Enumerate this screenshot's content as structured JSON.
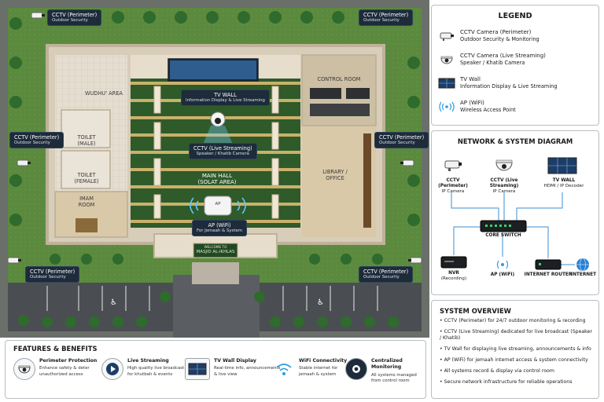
{
  "plan": {
    "cctv_top_left": {
      "title": "CCTV (Perimeter)",
      "sub": "Outdoor Security"
    },
    "cctv_top_right": {
      "title": "CCTV (Perimeter)",
      "sub": "Outdoor Security"
    },
    "cctv_mid_left": {
      "title": "CCTV (Perimeter)",
      "sub": "Outdoor Security"
    },
    "cctv_mid_right": {
      "title": "CCTV (Perimeter)",
      "sub": "Outdoor Security"
    },
    "cctv_bot_left": {
      "title": "CCTV (Perimeter)",
      "sub": "Outdoor Security"
    },
    "cctv_bot_right": {
      "title": "CCTV (Perimeter)",
      "sub": "Outdoor Security"
    },
    "tv_wall": {
      "title": "TV WALL",
      "sub": "Information Display & Live Streaming"
    },
    "cctv_live": {
      "title": "CCTV (Live Streaming)",
      "sub": "Speaker / Khatib Camera"
    },
    "main_hall": "MAIN HALL\n(SOLAT AREA)",
    "ap_device": "AP",
    "ap": {
      "title": "AP (WiFi)",
      "sub": "For Jemaah & System"
    },
    "wudhu": "WUDHU' AREA",
    "toilet_male": "TOILET\n(MALE)",
    "toilet_female": "TOILET\n(FEMALE)",
    "imam_room": "IMAM\nROOM",
    "control_room": "CONTROL ROOM",
    "library": "LIBRARY /\nOFFICE",
    "welcome_sign": {
      "line1": "WELCOME TO",
      "line2": "MASJID AL-IKHLAS"
    }
  },
  "legend": {
    "title": "LEGEND",
    "items": [
      {
        "icon": "cctv-camera-icon",
        "title": "CCTV Camera (Perimeter)",
        "sub": "Outdoor Security & Monitoring"
      },
      {
        "icon": "dome-camera-icon",
        "title": "CCTV Camera (Live Streaming)",
        "sub": "Speaker / Khatib Camera"
      },
      {
        "icon": "tv-wall-icon",
        "title": "TV Wall",
        "sub": "Information Display & Live Streaming"
      },
      {
        "icon": "wifi-ap-icon",
        "title": "AP (WiFi)",
        "sub": "Wireless Access Point"
      }
    ]
  },
  "network": {
    "title": "NETWORK & SYSTEM DIAGRAM",
    "cctv_perimeter": {
      "title": "CCTV (Perimeter)",
      "sub": "IP Camera"
    },
    "cctv_live": {
      "title": "CCTV (Live Streaming)",
      "sub": "IP Camera"
    },
    "tv_wall": {
      "title": "TV WALL",
      "sub": "HDMI / IP Decoder"
    },
    "core_switch": "CORE SWITCH",
    "nvr": {
      "title": "NVR",
      "sub": "(Recording)"
    },
    "ap": "AP (WiFi)",
    "router": "INTERNET ROUTER",
    "internet": "INTERNET"
  },
  "overview": {
    "title": "SYSTEM OVERVIEW",
    "items": [
      "CCTV (Perimeter) for 24/7 outdoor monitoring & recording",
      "CCTV (Live Streaming) dedicated for live broadcast (Speaker / Khatib)",
      "TV Wall for displaying live streaming, announcements & info",
      "AP (WiFi) for jemaah internet access & system connectivity",
      "All systems record & display via control room",
      "Secure network infrastructure for reliable operations"
    ]
  },
  "features": {
    "title": "FEATURES & BENEFITS",
    "items": [
      {
        "icon": "dome-camera-icon",
        "title": "Perimeter Protection",
        "desc": "Enhance safety & deter\nunauthorized access"
      },
      {
        "icon": "play-icon",
        "title": "Live Streaming",
        "desc": "High quality live broadcast\nfor khutbah & events"
      },
      {
        "icon": "tv-icon",
        "title": "TV Wall Display",
        "desc": "Real-time info, announcements\n& live view"
      },
      {
        "icon": "wifi-icon",
        "title": "WiFi Connectivity",
        "desc": "Stable internet for\njemaah & system"
      },
      {
        "icon": "monitor-icon",
        "title": "Centralized Monitoring",
        "desc": "All systems managed\nfrom control room"
      }
    ]
  }
}
